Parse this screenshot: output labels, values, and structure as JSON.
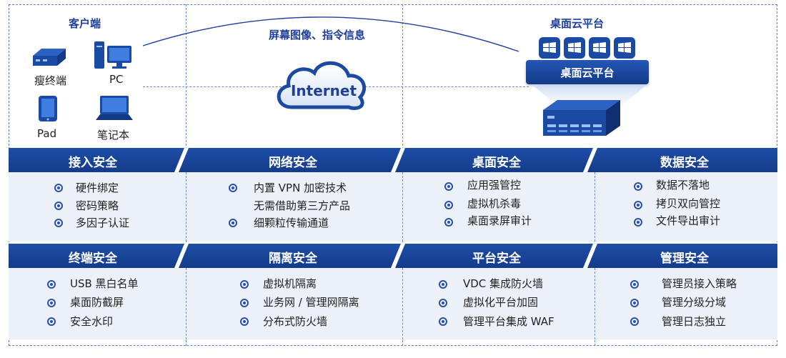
{
  "top": {
    "client_title": "客户端",
    "channel_title": "屏幕图像、指令信息",
    "cloud_label": "Internet",
    "platform_title": "桌面云平台",
    "platform_bar": "桌面云平台",
    "devices": {
      "thin_client": "瘦终端",
      "pc": "PC",
      "pad": "Pad",
      "laptop": "笔记本"
    }
  },
  "row1": [
    {
      "title": "接入安全",
      "items": [
        "硬件绑定",
        "密码策略",
        "多因子认证"
      ],
      "bullets": [
        true,
        true,
        true
      ]
    },
    {
      "title": "网络安全",
      "items": [
        "内置 VPN 加密技术",
        "无需借助第三方产品",
        "细颗粒传输通道"
      ],
      "bullets": [
        true,
        false,
        true
      ]
    },
    {
      "title": "桌面安全",
      "items": [
        "应用强管控",
        "虚拟机杀毒",
        "桌面录屏审计"
      ],
      "bullets": [
        true,
        true,
        true
      ]
    },
    {
      "title": "数据安全",
      "items": [
        "数据不落地",
        "拷贝双向管控",
        "文件导出审计"
      ],
      "bullets": [
        true,
        true,
        true
      ]
    }
  ],
  "row2": [
    {
      "title": "终端安全",
      "items": [
        "USB 黑白名单",
        "桌面防截屏",
        "安全水印"
      ],
      "bullets": [
        true,
        true,
        true
      ]
    },
    {
      "title": "隔离安全",
      "items": [
        "虚拟机隔离",
        "业务网 / 管理网隔离",
        "分布式防火墙"
      ],
      "bullets": [
        true,
        true,
        true
      ]
    },
    {
      "title": "平台安全",
      "items": [
        "VDC 集成防火墙",
        "虚拟化平台加固",
        "管理平台集成 WAF"
      ],
      "bullets": [
        true,
        true,
        true
      ]
    },
    {
      "title": "管理安全",
      "items": [
        "管理员接入策略",
        "管理分级分域",
        "管理日志独立"
      ],
      "bullets": [
        true,
        true,
        true
      ]
    }
  ],
  "colors": {
    "band": "#143b8b",
    "title": "#1f3f9a",
    "panel": "#ecf0f8",
    "dash": "#6c8bd0"
  }
}
